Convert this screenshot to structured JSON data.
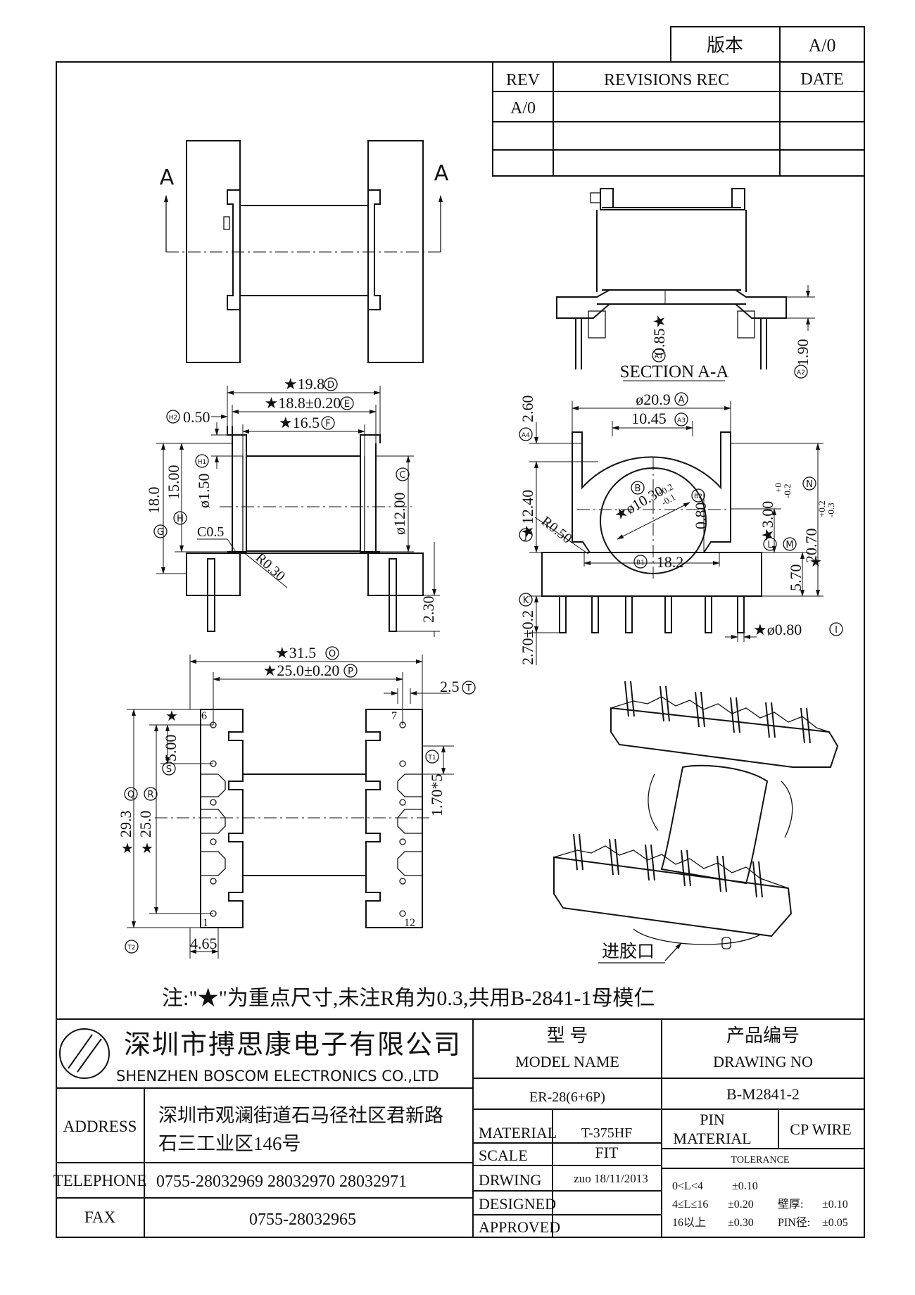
{
  "version_box": {
    "label": "版本",
    "value": "A/0"
  },
  "revision_table": {
    "headers": [
      "REV",
      "REVISIONS REC",
      "DATE"
    ],
    "rows": [
      [
        "A/0",
        "",
        ""
      ],
      [
        "",
        "",
        ""
      ],
      [
        "",
        "",
        ""
      ]
    ]
  },
  "views": {
    "section_label": "SECTION A-A",
    "section_arrow_labels": [
      "A",
      "A"
    ],
    "gate_label": "进胶口"
  },
  "dimensions": {
    "d_19_8": "★19.8",
    "d_18_8": "★18.8±0.20",
    "d_16_5": "★16.5",
    "h2_050": "0.50",
    "h1_150": "ø1.50",
    "g_180": "18.0",
    "h_1500": "15.00",
    "c05": "C0.5",
    "r030": "R0.30",
    "c_1200": "ø12.00",
    "d_230": "2.30",
    "a_209": "ø20.9",
    "a3_1045": "10.45",
    "a4_260": "2.60",
    "j_1240": "★12.40",
    "b_1030": "★ø10.30",
    "b_tol_plus": "+0.2",
    "b_tol_minus": "-0.1",
    "b2_080": "0.80",
    "r050": "R0.50",
    "b1_182": "18.2",
    "l_300": "★3.00",
    "l_tol_plus": "+0",
    "l_tol_minus": "-0.2",
    "n_2070": "20.70",
    "n_tol_plus": "+0.2",
    "n_tol_minus": "-0.3",
    "m_570": "5.70",
    "k_270": "2.70±0.2",
    "i_080": "★ø0.80",
    "a1_085": "0.85★",
    "a2_190": "1.90",
    "o_315": "★31.5",
    "p_250": "★25.0±0.20",
    "t_25": "2.5",
    "s_500": "5.00",
    "t1_170": "1.70*5",
    "q_293": "29.3",
    "r_250": "25.0",
    "t2_465": "4.65"
  },
  "markers": {
    "A": "A",
    "A1": "A1",
    "A2": "A2",
    "A3": "A3",
    "A4": "A4",
    "B": "B",
    "B1": "B1",
    "B2": "B2",
    "C": "C",
    "D": "D",
    "E": "E",
    "F": "F",
    "G": "G",
    "H": "H",
    "H1": "H1",
    "H2": "H2",
    "I": "I",
    "J": "J",
    "K": "K",
    "L": "L",
    "M": "M",
    "N": "N",
    "O": "O",
    "P": "P",
    "Q": "Q",
    "R": "R",
    "S": "S",
    "T": "T",
    "T1": "T1",
    "T2": "T2"
  },
  "pin_numbers": {
    "p1": "1",
    "p6": "6",
    "p7": "7",
    "p12": "12"
  },
  "star_mark": "★",
  "note": "注:\"★\"为重点尺寸,未注R角为0.3,共用B-2841-1母模仁",
  "company": {
    "name_cn": "深圳市搏思康电子有限公司",
    "name_en": "SHENZHEN BOSCOM ELECTRONICS CO.,LTD"
  },
  "title_block": {
    "address_label": "ADDRESS",
    "address_line1": "深圳市观澜街道石马径社区君新路",
    "address_line2": "石三工业区146号",
    "telephone_label": "TELEPHONE",
    "telephone": "0755-28032969 28032970 28032971",
    "fax_label": "FAX",
    "fax": "0755-28032965",
    "model_cn": "型    号",
    "model_en": "MODEL NAME",
    "model_value": "ER-28(6+6P)",
    "drawing_cn": "产品编号",
    "drawing_en": "DRAWING NO",
    "drawing_value": "B-M2841-2",
    "material_label": "MATERIAL",
    "material_value": "T-375HF",
    "scale_label": "SCALE",
    "scale_value": "FIT",
    "drwing_label": "DRWING",
    "drwing_value": "zuo 18/11/2013",
    "designed_label": "DESIGNED",
    "approved_label": "APPROVED",
    "pin_material_label1": "PIN",
    "pin_material_label2": "MATERIAL",
    "pin_material_value": "CP WIRE",
    "tolerance_label": "TOLERANCE",
    "tol_r1_range": "0<L<4",
    "tol_r1_val": "±0.10",
    "tol_r2_range": "4≤L≤16",
    "tol_r2_val": "±0.20",
    "tol_r3_range": "16以上",
    "tol_r3_val": "±0.30",
    "wall_label": "壁厚:",
    "wall_val": "±0.10",
    "pin_dia_label": "PIN径:",
    "pin_dia_val": "±0.05"
  }
}
